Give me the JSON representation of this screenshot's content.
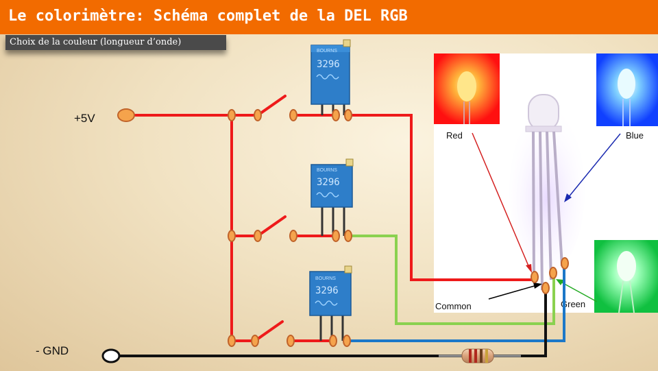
{
  "title": "Le colorimètre: Schéma complet de la DEL RGB",
  "subtitle": "Choix de la couleur (longueur d’onde)",
  "supply": {
    "plus_label": "+5V",
    "gnd_label": "- GND"
  },
  "potentiometer": {
    "brand": "BOURNS",
    "model": "3296"
  },
  "led_labels": {
    "red": "Red",
    "blue": "Blue",
    "green": "Green",
    "common": "Common"
  },
  "colors": {
    "title_bar": "#f26b00",
    "wire_red": "#ee1a1a",
    "wire_green": "#8ad14f",
    "wire_blue": "#1c78c8",
    "wire_black": "#111111",
    "terminal_fill": "#f5a34c",
    "potentiometer": "#2e7ec9"
  }
}
